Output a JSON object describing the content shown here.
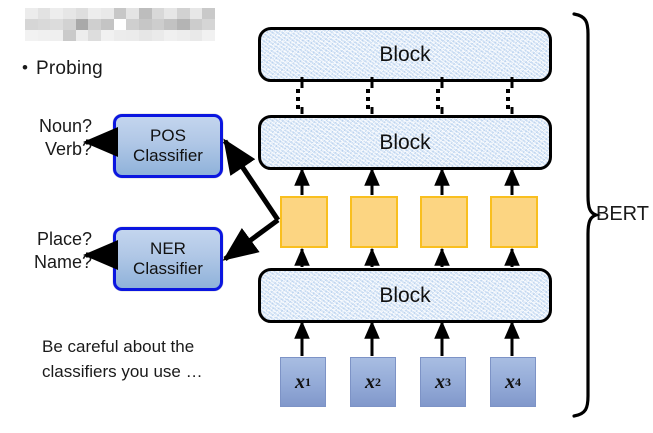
{
  "slide": {
    "redacted_title": "",
    "bullet": {
      "marker": "•",
      "text": "Probing"
    },
    "note": "Be careful about the classifiers you use …"
  },
  "outputs": [
    {
      "name": "pos-output",
      "line1": "Noun?",
      "line2": "Verb?"
    },
    {
      "name": "ner-output",
      "line1": "Place?",
      "line2": "Name?"
    }
  ],
  "classifiers": [
    {
      "name": "pos-classifier",
      "line1": "POS",
      "line2": "Classifier"
    },
    {
      "name": "ner-classifier",
      "line1": "NER",
      "line2": "Classifier"
    }
  ],
  "encoder": {
    "label": "BERT",
    "blocks": [
      {
        "name": "block-top",
        "label": "Block"
      },
      {
        "name": "block-mid",
        "label": "Block"
      },
      {
        "name": "block-bottom",
        "label": "Block"
      }
    ],
    "ellipsis_count": 4,
    "hidden_states": [
      {
        "name": "hidden-state-1"
      },
      {
        "name": "hidden-state-2"
      },
      {
        "name": "hidden-state-3"
      },
      {
        "name": "hidden-state-4"
      }
    ]
  },
  "tokens": [
    {
      "base": "x",
      "sup": "1"
    },
    {
      "base": "x",
      "sup": "2"
    },
    {
      "base": "x",
      "sup": "3"
    },
    {
      "base": "x",
      "sup": "4"
    }
  ],
  "colors": {
    "block_fill": "#dce8f7",
    "block_border": "#000000",
    "hidden_state_fill": "#fcd582",
    "hidden_state_border": "#f9bf1f",
    "classifier_fill_top": "#c3d5ee",
    "classifier_fill_bottom": "#8fb2da",
    "classifier_border": "#0b16e0",
    "token_fill": "#93aad7",
    "arrow": "#000000",
    "background": "#ffffff"
  },
  "redaction": {
    "rows": 3,
    "cols": 15,
    "tiles": [
      "#ececec",
      "#e2e2e2",
      "#ededed",
      "#e6e6e6",
      "#dedede",
      "#ededed",
      "#e9e9e9",
      "#c7c7c7",
      "#e4e4e4",
      "#bdbdbd",
      "#d8d8d8",
      "#e6e6e6",
      "#d2d2d2",
      "#e7e7e7",
      "#c9c9c9",
      "#d6d6d6",
      "#d9d9d9",
      "#dcdcdc",
      "#d2d2d2",
      "#a9a9a9",
      "#cfcfcf",
      "#c4c4c4",
      "#ffffff",
      "#cfcfcf",
      "#c6c6c6",
      "#cdcdcd",
      "#c2c2c2",
      "#b4b4b4",
      "#cccccc",
      "#d5d5d5",
      "#f2f2f2",
      "#f0f0f0",
      "#efefef",
      "#cacaca",
      "#ededed",
      "#dddddd",
      "#f1f1f1",
      "#ececec",
      "#ebebeb",
      "#e6e6e6",
      "#eaeaea",
      "#f0f0f0",
      "#ededed",
      "#e9e9e9",
      "#f1f1f1"
    ]
  }
}
